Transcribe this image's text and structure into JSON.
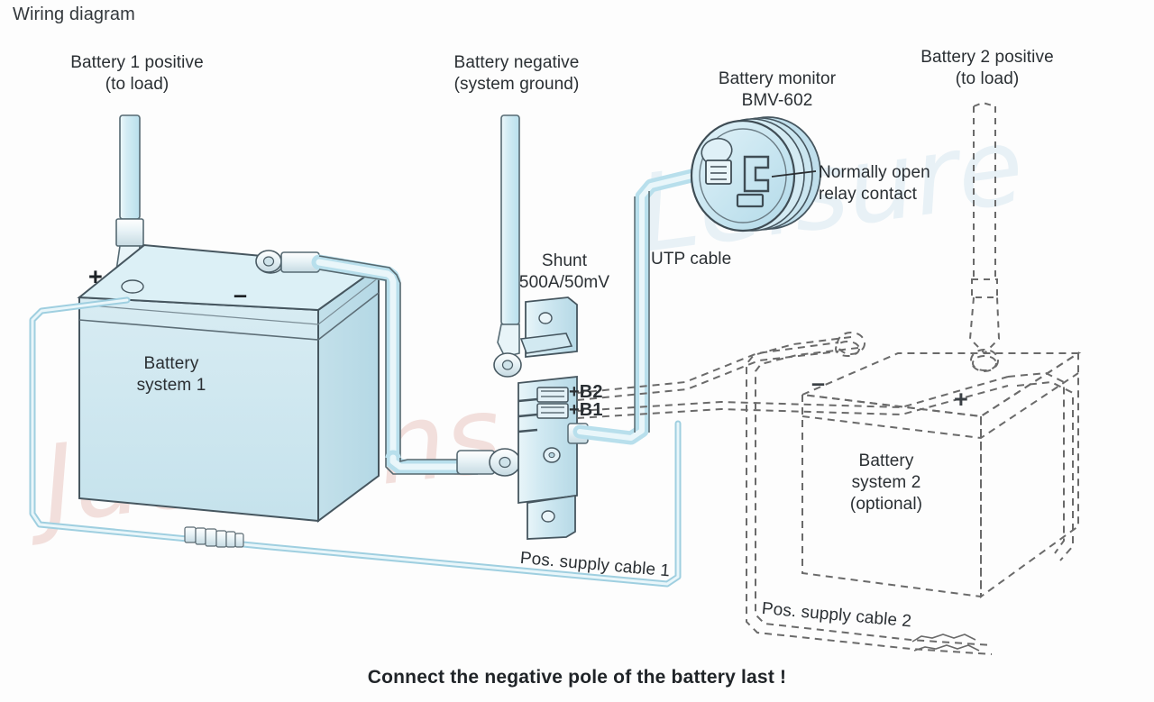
{
  "title": "Wiring diagram",
  "caption": "Connect the negative pole of the battery last !",
  "watermark": {
    "line1": "Jacksons",
    "line2": "Leisure"
  },
  "labels": {
    "battery1_positive_l1": "Battery 1 positive",
    "battery1_positive_l2": "(to load)",
    "battery_negative_l1": "Battery negative",
    "battery_negative_l2": "(system ground)",
    "battery_monitor_l1": "Battery monitor",
    "battery_monitor_l2": "BMV-602",
    "battery2_positive_l1": "Battery 2 positive",
    "battery2_positive_l2": "(to load)",
    "relay_contact_l1": "Normally open",
    "relay_contact_l2": "relay contact",
    "shunt_l1": "Shunt",
    "shunt_l2": "500A/50mV",
    "utp_cable": "UTP cable",
    "pos_supply_cable_1": "Pos. supply cable 1",
    "pos_supply_cable_2": "Pos. supply cable 2",
    "battery_system_1_l1": "Battery",
    "battery_system_1_l2": "system 1",
    "battery_system_2_l1": "Battery",
    "battery_system_2_l2": "system 2",
    "battery_system_2_l3": "(optional)",
    "terminal_b2": "+B2",
    "terminal_b1": "+B1",
    "bat1_plus": "+",
    "bat1_minus": "–",
    "bat2_plus": "+",
    "bat2_minus": "–"
  },
  "colors": {
    "background": "#fdfdfd",
    "cable_fill": "#cfe9f2",
    "cable_fill_light": "#e4f3f8",
    "battery_fill": "#cfe6ee",
    "battery_top_fill": "#dbeef4",
    "outline": "#5a6a72",
    "outline_dark": "#3f4d55",
    "text": "#2a2f33",
    "dashed": "#6a6a6a",
    "watermark_pink": "#f2dfdc",
    "watermark_blue": "#e8f1f6"
  },
  "chart_data": {
    "type": "diagram",
    "title": "Wiring diagram",
    "components": [
      {
        "name": "Battery system 1",
        "style": "solid",
        "terminals": [
          "+",
          "–"
        ]
      },
      {
        "name": "Battery system 2 (optional)",
        "style": "dashed",
        "terminals": [
          "–",
          "+"
        ]
      },
      {
        "name": "Shunt 500A/50mV",
        "style": "solid",
        "terminals": [
          "+B1",
          "+B2"
        ]
      },
      {
        "name": "Battery monitor BMV-602",
        "style": "solid",
        "terminals": [
          "Normally open relay contact"
        ]
      }
    ],
    "cables": [
      {
        "name": "Battery 1 positive (to load)",
        "style": "solid"
      },
      {
        "name": "Battery negative (system ground)",
        "style": "solid"
      },
      {
        "name": "Battery 2 positive (to load)",
        "style": "dashed"
      },
      {
        "name": "UTP cable",
        "style": "solid"
      },
      {
        "name": "Pos. supply cable 1",
        "style": "solid"
      },
      {
        "name": "Pos. supply cable 2",
        "style": "dashed"
      }
    ]
  }
}
